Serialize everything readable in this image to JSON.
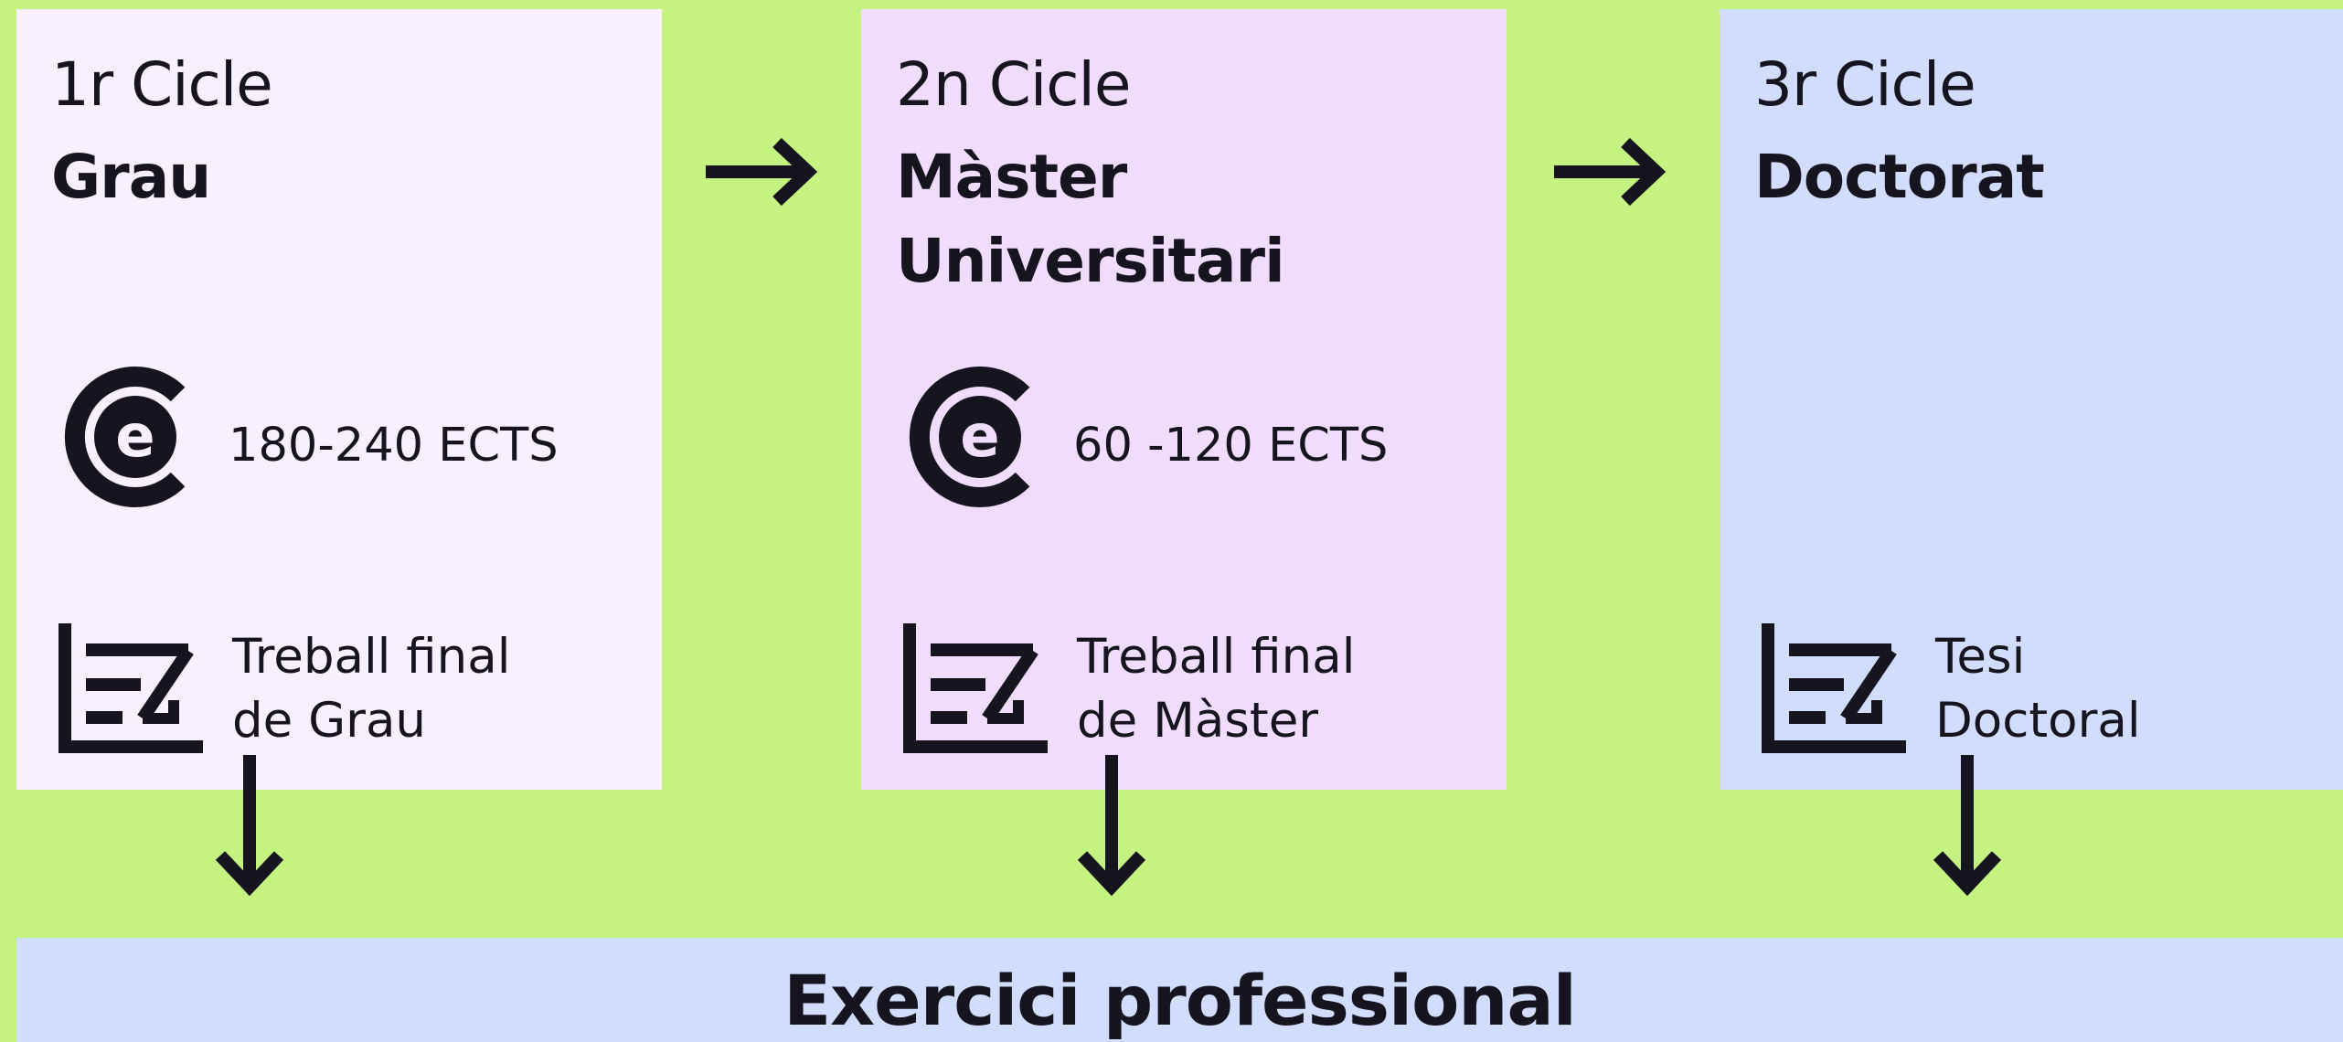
{
  "cycles": [
    {
      "cycle_label": "1r Cicle",
      "title": "Grau",
      "ects": "180-240 ECTS",
      "final_work": "Treball final\nde Grau",
      "icons": [
        "ects-icon",
        "thesis-icon"
      ]
    },
    {
      "cycle_label": "2n Cicle",
      "title": "Màster\nUniversitari",
      "ects": "60 -120 ECTS",
      "final_work": "Treball final\nde Màster",
      "icons": [
        "ects-icon",
        "thesis-icon"
      ]
    },
    {
      "cycle_label": "3r Cicle",
      "title": "Doctorat",
      "final_work": "Tesi\nDoctoral",
      "icons": [
        "thesis-icon"
      ]
    }
  ],
  "bottom_bar": {
    "label": "Exercici professional"
  },
  "colors": {
    "background": "#c4f382",
    "cycle_1": "#f8f0fd",
    "cycle_2": "#f0dcfc",
    "cycle_3": "#d2dcfc",
    "bottom_bar": "#d2dcfc",
    "ink": "#15141f"
  },
  "connectors": [
    "right-arrow",
    "right-arrow",
    "down-arrow",
    "down-arrow",
    "down-arrow"
  ]
}
